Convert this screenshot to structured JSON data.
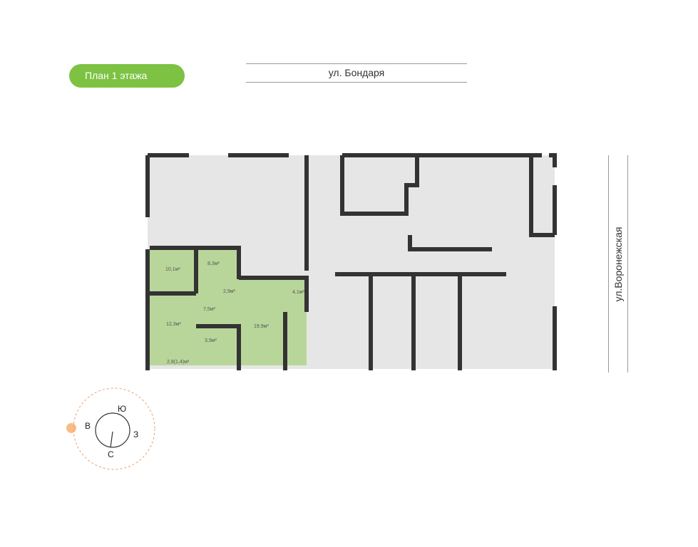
{
  "badge": {
    "label": "План 1 этажа"
  },
  "streets": {
    "top": "ул.  Бондаря",
    "right": "ул.Воронежская"
  },
  "rooms": [
    "10,1м²",
    "8,3м²",
    "2,9м²",
    "4,1м²",
    "7,5м²",
    "12,3м²",
    "19,9м²",
    "3,9м²",
    "2,8(1,4)м²"
  ],
  "compass": {
    "south": "Ю",
    "east": "В",
    "west": "З",
    "north": "С"
  },
  "colors": {
    "accent": "#7dc242",
    "room": "#b9d69a",
    "other": "#e6e6e6",
    "wall": "#333333"
  }
}
